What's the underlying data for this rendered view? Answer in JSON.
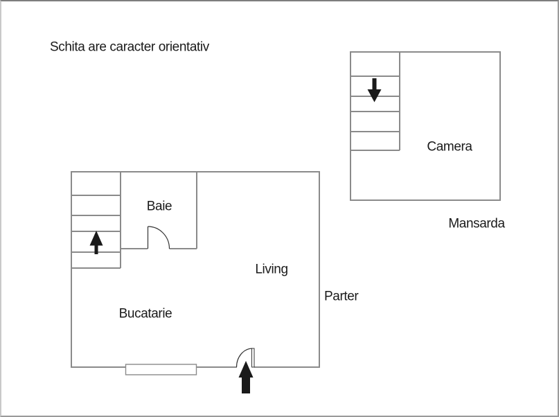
{
  "disclaimer": "Schita are caracter orientativ",
  "floors": {
    "parter": {
      "label": "Parter",
      "rooms": {
        "baie": "Baie",
        "living": "Living",
        "bucatarie": "Bucatarie"
      }
    },
    "mansarda": {
      "label": "Mansarda",
      "rooms": {
        "camera": "Camera"
      }
    }
  },
  "icons": {
    "parter_stairs_arrow": "up-arrow",
    "entrance_arrow": "up-arrow",
    "mansarda_stairs_arrow": "down-arrow"
  },
  "colors": {
    "wall": "#8a8a8a",
    "door": "#333333",
    "ink": "#1a1a1a",
    "frame": "#9a9a9a",
    "background": "#ffffff"
  }
}
